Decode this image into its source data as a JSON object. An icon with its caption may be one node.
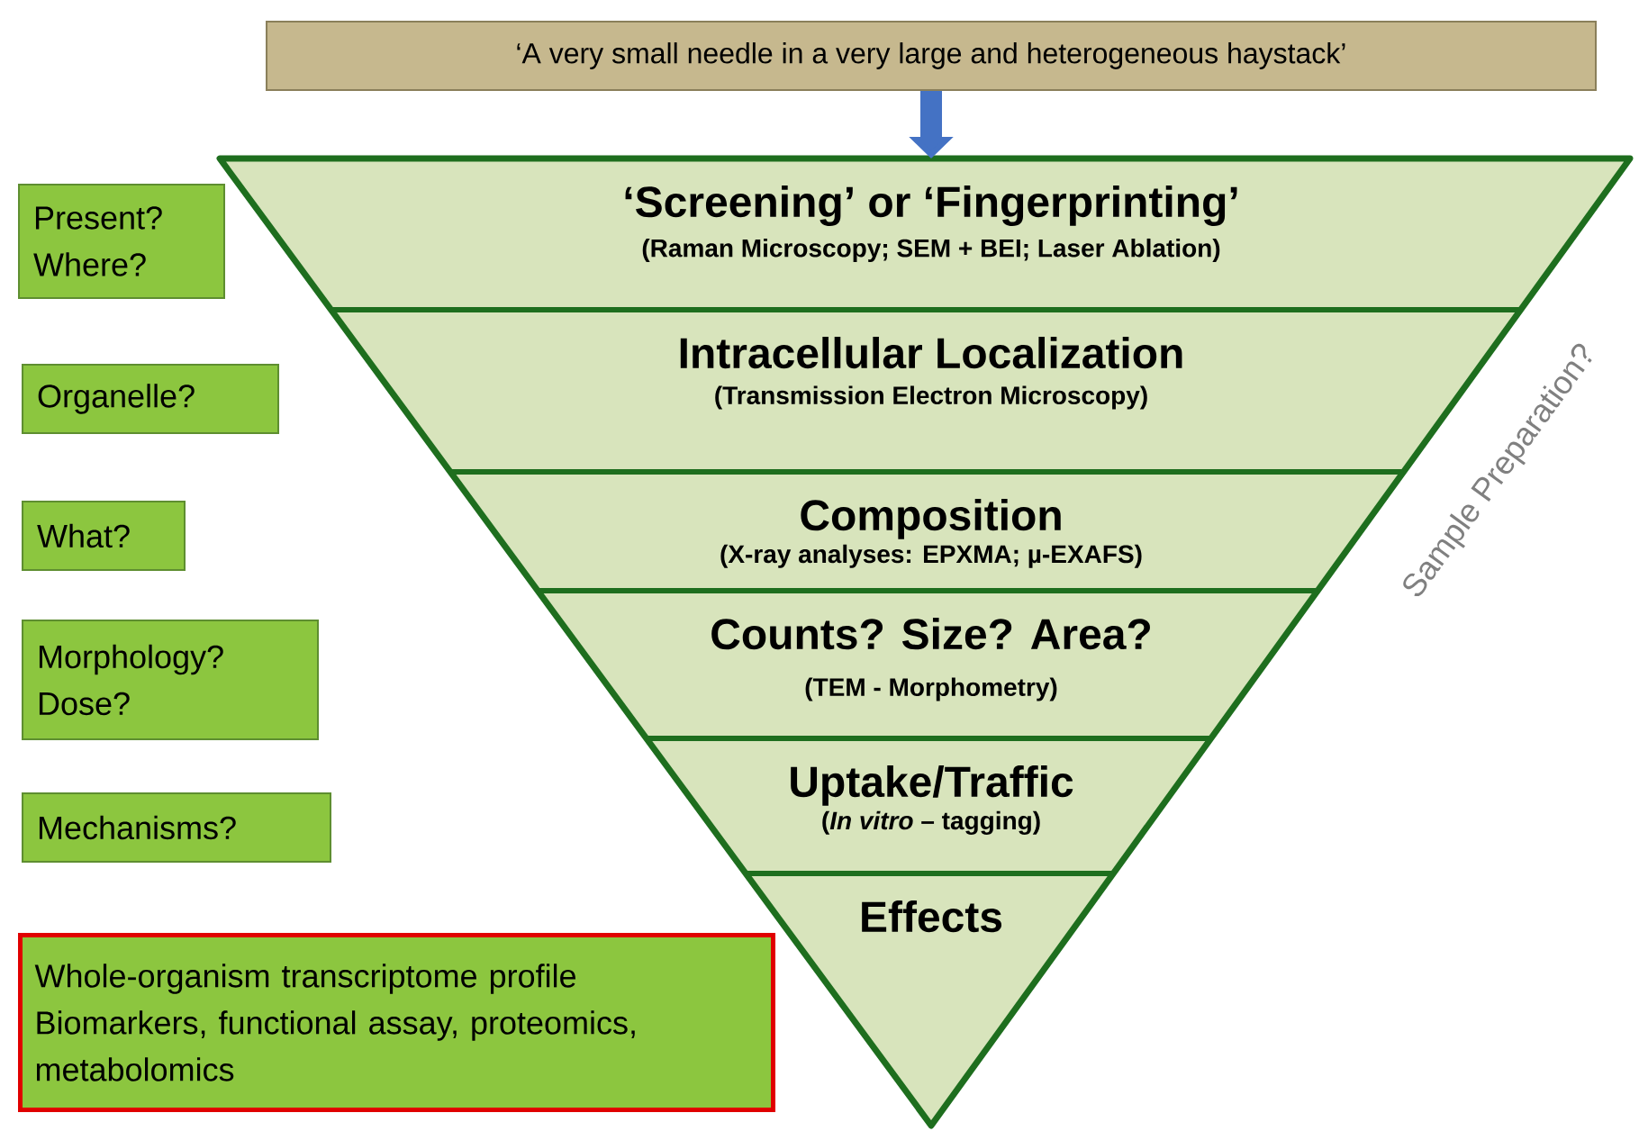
{
  "diagram": {
    "nodes": [
      {
        "text": [
          "‘A very small needle in a very large and heterogeneous haystack’"
        ]
      },
      {
        "text": [
          "‘Screening’ or ‘Fingerprinting’",
          "(Raman Microscopy; SEM + BEI; Laser Ablation)"
        ]
      },
      {
        "text": [
          "Intracellular Localization",
          "(Transmission Electron Microscopy)"
        ]
      },
      {
        "text": [
          "Composition",
          "(X-ray analyses: EPXMA; µ-EXAFS)"
        ]
      },
      {
        "text": [
          "Counts? Size? Area?",
          "(TEM - Morphometry)"
        ]
      },
      {
        "text": [
          "Uptake/Traffic",
          "(*In vitro* – tagging)"
        ]
      },
      {
        "text": [
          "Effects"
        ]
      },
      {
        "text": [
          "Present? Where?"
        ]
      },
      {
        "text": [
          "Organelle?"
        ]
      },
      {
        "text": [
          "What?"
        ]
      },
      {
        "text": [
          "Morphology? Dose?"
        ]
      },
      {
        "text": [
          "Mechanisms?"
        ]
      },
      {
        "text": [
          "Whole-organism transcriptome profile",
          "Biomarkers, functional assay, proteomics, metabolomics"
        ]
      }
    ],
    "edges": [
      {
        "from": 0,
        "to": 1,
        "arrow": "to",
        "color": "#4472c4"
      }
    ],
    "labels": [
      "Sample Preparation?"
    ]
  }
}
